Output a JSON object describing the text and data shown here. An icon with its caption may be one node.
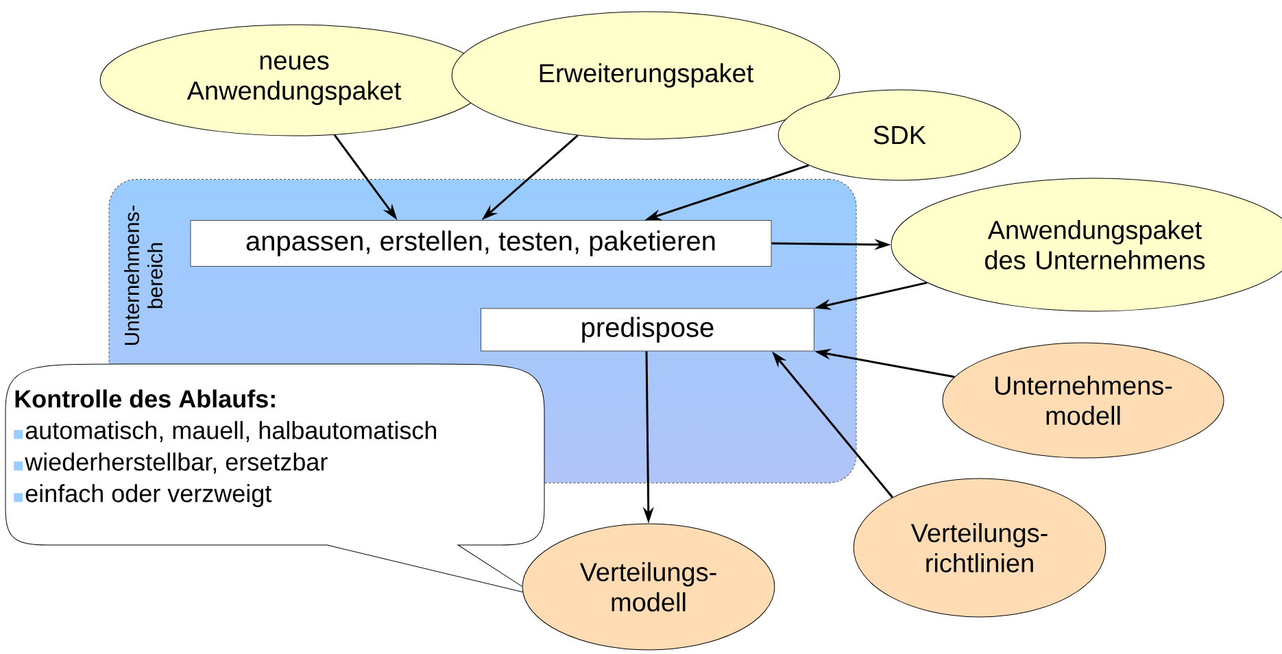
{
  "diagram": {
    "nodes": [
      {
        "text": [
          "neues Anwendungspaket"
        ]
      },
      {
        "text": [
          "Erweiterungspaket"
        ]
      },
      {
        "text": [
          "SDK"
        ]
      },
      {
        "text": [
          "Unternehmens- bereich"
        ]
      },
      {
        "text": [
          "anpassen, erstellen, testen, paketieren"
        ],
        "in": 3
      },
      {
        "text": [
          "Anwendungspaket des Unternehmens"
        ]
      },
      {
        "text": [
          "predispose"
        ],
        "in": 3
      },
      {
        "text": [
          "Unternehmens- modell"
        ]
      },
      {
        "text": [
          "Kontrolle des Ablaufs:",
          "automatisch, mauell, halbautomatisch",
          "wiederherstellbar, ersetzbar",
          "einfach oder verzweigt"
        ]
      },
      {
        "text": [
          "Verteilungs- richtlinien"
        ]
      },
      {
        "text": [
          "Verteilungs- modell"
        ]
      }
    ],
    "edges": [
      {
        "from": 0,
        "to": 4,
        "arrow": "to"
      },
      {
        "from": 1,
        "to": 4,
        "arrow": "to"
      },
      {
        "from": 2,
        "to": 4,
        "arrow": "to"
      },
      {
        "from": 4,
        "to": 5,
        "arrow": "to"
      },
      {
        "from": 5,
        "to": 6,
        "arrow": "to"
      },
      {
        "from": 7,
        "to": 6,
        "arrow": "to"
      },
      {
        "from": 9,
        "to": 6,
        "arrow": "to"
      },
      {
        "from": 6,
        "to": 10,
        "arrow": "to"
      }
    ]
  }
}
